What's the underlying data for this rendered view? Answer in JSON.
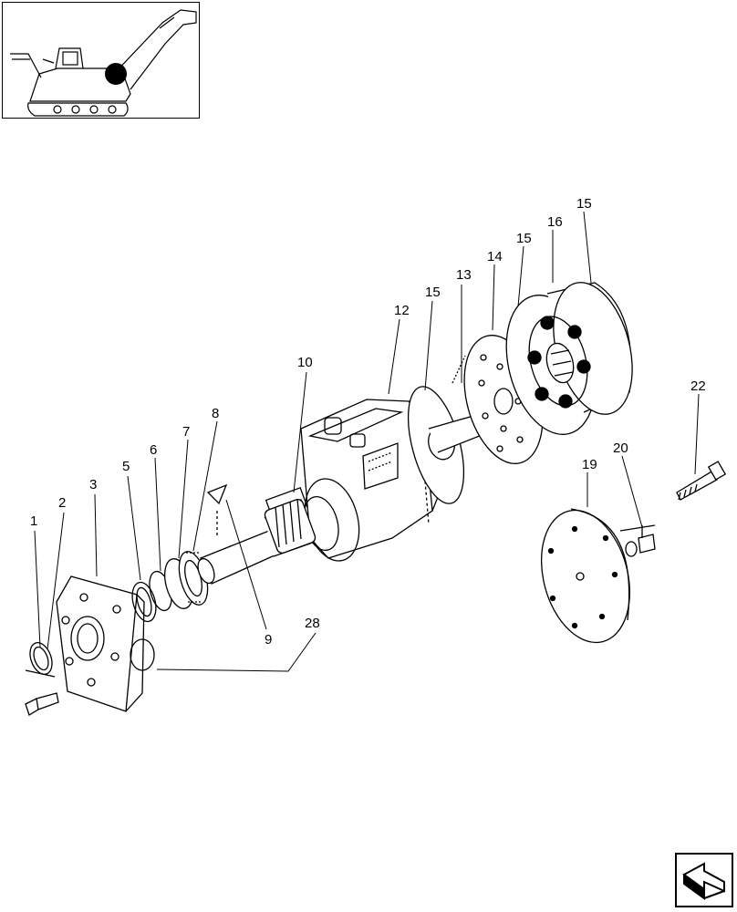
{
  "thumbnail": {
    "icon": "sugarcane-harvester-locator-icon",
    "marker_color": "#000000"
  },
  "nav_button": {
    "icon": "next-page-arrow-icon"
  },
  "callouts": [
    {
      "id": "c1",
      "text": "1"
    },
    {
      "id": "c2",
      "text": "2"
    },
    {
      "id": "c3",
      "text": "3"
    },
    {
      "id": "c5",
      "text": "5"
    },
    {
      "id": "c6",
      "text": "6"
    },
    {
      "id": "c7",
      "text": "7"
    },
    {
      "id": "c8",
      "text": "8"
    },
    {
      "id": "c9",
      "text": "9"
    },
    {
      "id": "c10",
      "text": "10"
    },
    {
      "id": "c12",
      "text": "12"
    },
    {
      "id": "c13",
      "text": "13"
    },
    {
      "id": "c14",
      "text": "14"
    },
    {
      "id": "c15a",
      "text": "15"
    },
    {
      "id": "c15b",
      "text": "15"
    },
    {
      "id": "c15c",
      "text": "15"
    },
    {
      "id": "c16",
      "text": "16"
    },
    {
      "id": "c19",
      "text": "19"
    },
    {
      "id": "c20",
      "text": "20"
    },
    {
      "id": "c22",
      "text": "22"
    },
    {
      "id": "c28",
      "text": "28"
    }
  ]
}
